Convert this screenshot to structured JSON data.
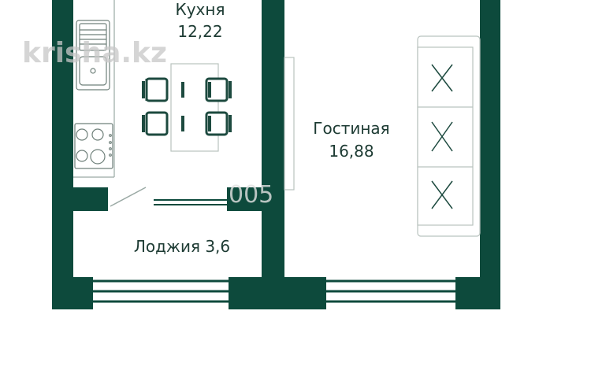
{
  "watermark": {
    "site": "krisha.kz",
    "number_fragment": "005"
  },
  "rooms": {
    "kitchen": {
      "name": "Кухня",
      "area": "12,22"
    },
    "living": {
      "name": "Гостиная",
      "area": "16,88"
    },
    "loggia": {
      "label": "Лоджия 3,6"
    }
  },
  "colors": {
    "wall": "#0d4a3c",
    "furniture_stroke": "#1d4a3f",
    "text": "#1d3b33",
    "light_line": "#c9c9c9",
    "watermark": "#c8c8c8"
  }
}
